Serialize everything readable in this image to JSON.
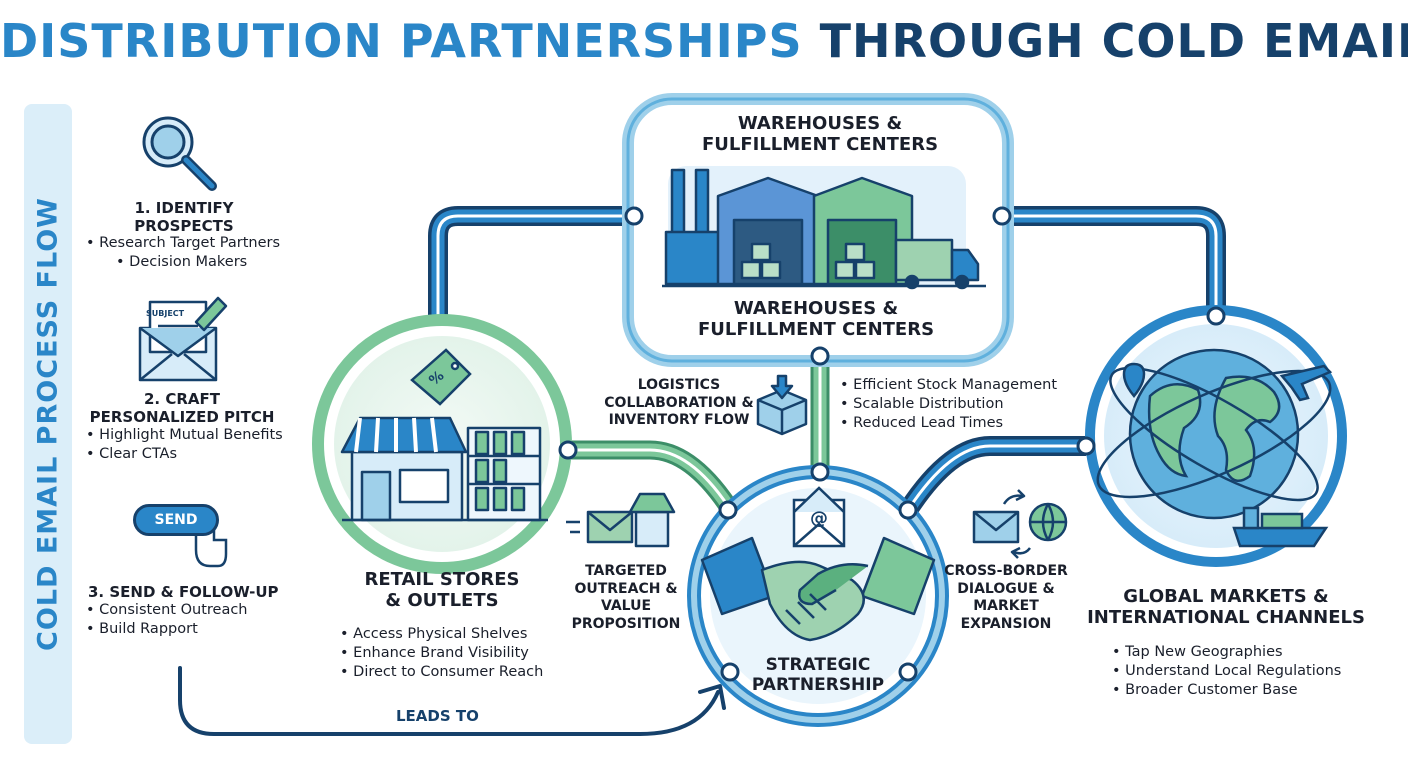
{
  "title": {
    "part1": "DISTRIBUTION PARTNERSHIPS",
    "part2": "THROUGH COLD EMAIL"
  },
  "sidebar": {
    "label": "COLD EMAIL PROCESS FLOW"
  },
  "steps": [
    {
      "title_line1": "1. IDENTIFY",
      "title_line2": "PROSPECTS",
      "bullets": [
        "Research Target Partners",
        "Decision Makers"
      ]
    },
    {
      "title_line1": "2. CRAFT",
      "title_line2": "PERSONALIZED PITCH",
      "bullets": [
        "Highlight Mutual Benefits",
        "Clear CTAs"
      ],
      "envelope_label": "SUBJECT"
    },
    {
      "title_line1": "3. SEND & FOLLOW-UP",
      "button_label": "SEND",
      "bullets": [
        "Consistent Outreach",
        "Build Rapport"
      ]
    }
  ],
  "warehouse": {
    "top_line1": "WAREHOUSES &",
    "top_line2": "FULFILLMENT CENTERS",
    "bottom_line1": "WAREHOUSES &",
    "bottom_line2": "FULFILLMENT CENTERS",
    "bullets": [
      "Efficient Stock Management",
      "Scalable Distribution",
      "Reduced Lead Times"
    ]
  },
  "logistics": {
    "line1": "LOGISTICS",
    "line2": "COLLABORATION &",
    "line3": "INVENTORY FLOW"
  },
  "retail": {
    "line1": "RETAIL STORES",
    "line2": "& OUTLETS",
    "bullets": [
      "Access Physical Shelves",
      "Enhance Brand Visibility",
      "Direct to Consumer Reach"
    ]
  },
  "targeted": {
    "line1": "TARGETED",
    "line2": "OUTREACH &",
    "line3": "VALUE",
    "line4": "PROPOSITION"
  },
  "partnership": {
    "line1": "STRATEGIC",
    "line2": "PARTNERSHIP"
  },
  "crossborder": {
    "line1": "CROSS-BORDER",
    "line2": "DIALOGUE &",
    "line3": "MARKET",
    "line4": "EXPANSION"
  },
  "global": {
    "line1": "GLOBAL MARKETS &",
    "line2": "INTERNATIONAL CHANNELS",
    "bullets": [
      "Tap New Geographies",
      "Understand Local Regulations",
      "Broader Customer Base"
    ]
  },
  "leads_to": "LEADS TO",
  "colors": {
    "blue": "#2a86c8",
    "navy": "#16416b",
    "green": "#7cc79a",
    "lightblue": "#dbeef9"
  }
}
